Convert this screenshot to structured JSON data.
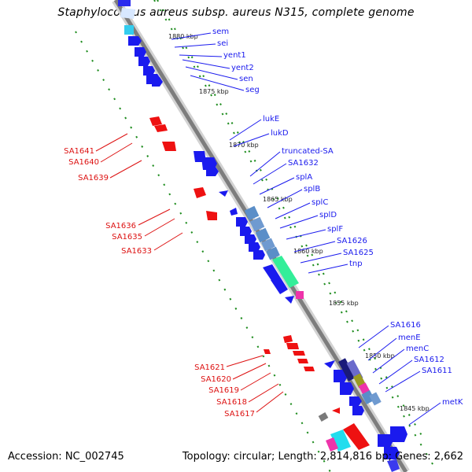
{
  "header": {
    "title": "Staphylococcus aureus subsp. aureus N315, complete genome"
  },
  "footer": {
    "accession": "Accession: NC_002745",
    "stats": "Topology: circular; Length: 2,814,816 bp; Genes: 2,662"
  },
  "colors": {
    "forward_gene": "#1a1aee",
    "reverse_gene": "#ee1111",
    "backbone": "#8c8c8c",
    "tick": "#1e8c1e",
    "forward_label": "#1a1aee",
    "reverse_label": "#dd1111"
  },
  "scale_marks": [
    {
      "label": "1880 kbp"
    },
    {
      "label": "1875 kbp"
    },
    {
      "label": "1870 kbp"
    },
    {
      "label": "1865 kbp"
    },
    {
      "label": "1860 kbp"
    },
    {
      "label": "1855 kbp"
    },
    {
      "label": "1850 kbp"
    },
    {
      "label": "1845 kbp"
    }
  ],
  "forward_labels": [
    "sem",
    "sei",
    "yent1",
    "yent2",
    "sen",
    "seg",
    "lukE",
    "lukD",
    "truncated-SA",
    "SA1632",
    "splA",
    "splB",
    "splC",
    "splD",
    "splF",
    "SA1626",
    "SA1625",
    "tnp",
    "SA1616",
    "menE",
    "menC",
    "SA1612",
    "SA1611",
    "metK"
  ],
  "reverse_labels": [
    "SA1641",
    "SA1640",
    "SA1639",
    "SA1636",
    "SA1635",
    "SA1633",
    "SA1621",
    "SA1620",
    "SA1619",
    "SA1618",
    "SA1617"
  ]
}
